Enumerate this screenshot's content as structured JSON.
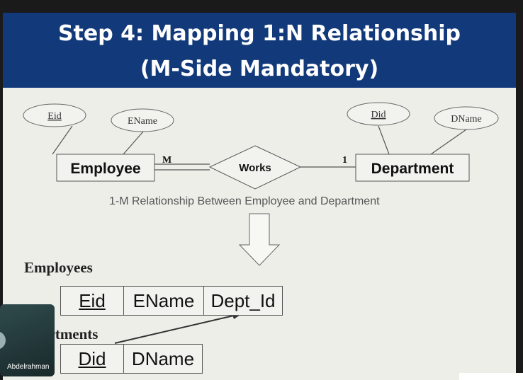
{
  "title": {
    "line1": "Step 4: Mapping 1:N Relationship",
    "line2": "(M-Side Mandatory)"
  },
  "er": {
    "entity_left": "Employee",
    "entity_right": "Department",
    "relationship": "Works",
    "card_left": "M",
    "card_right": "1",
    "attrs_left": [
      "Eid",
      "EName"
    ],
    "attrs_right": [
      "Did",
      "DName"
    ],
    "caption": "1-M Relationship Between Employee and Department"
  },
  "tables": {
    "employees_label": "Employees",
    "employees_cols": [
      "Eid",
      "EName",
      "Dept_Id"
    ],
    "departments_label": "artments",
    "departments_cols": [
      "Did",
      "DName"
    ]
  },
  "webcam": {
    "name": "Abdelrahman"
  },
  "colors": {
    "title_bg": "#123a7a",
    "slide_bg": "#eeeee9"
  }
}
